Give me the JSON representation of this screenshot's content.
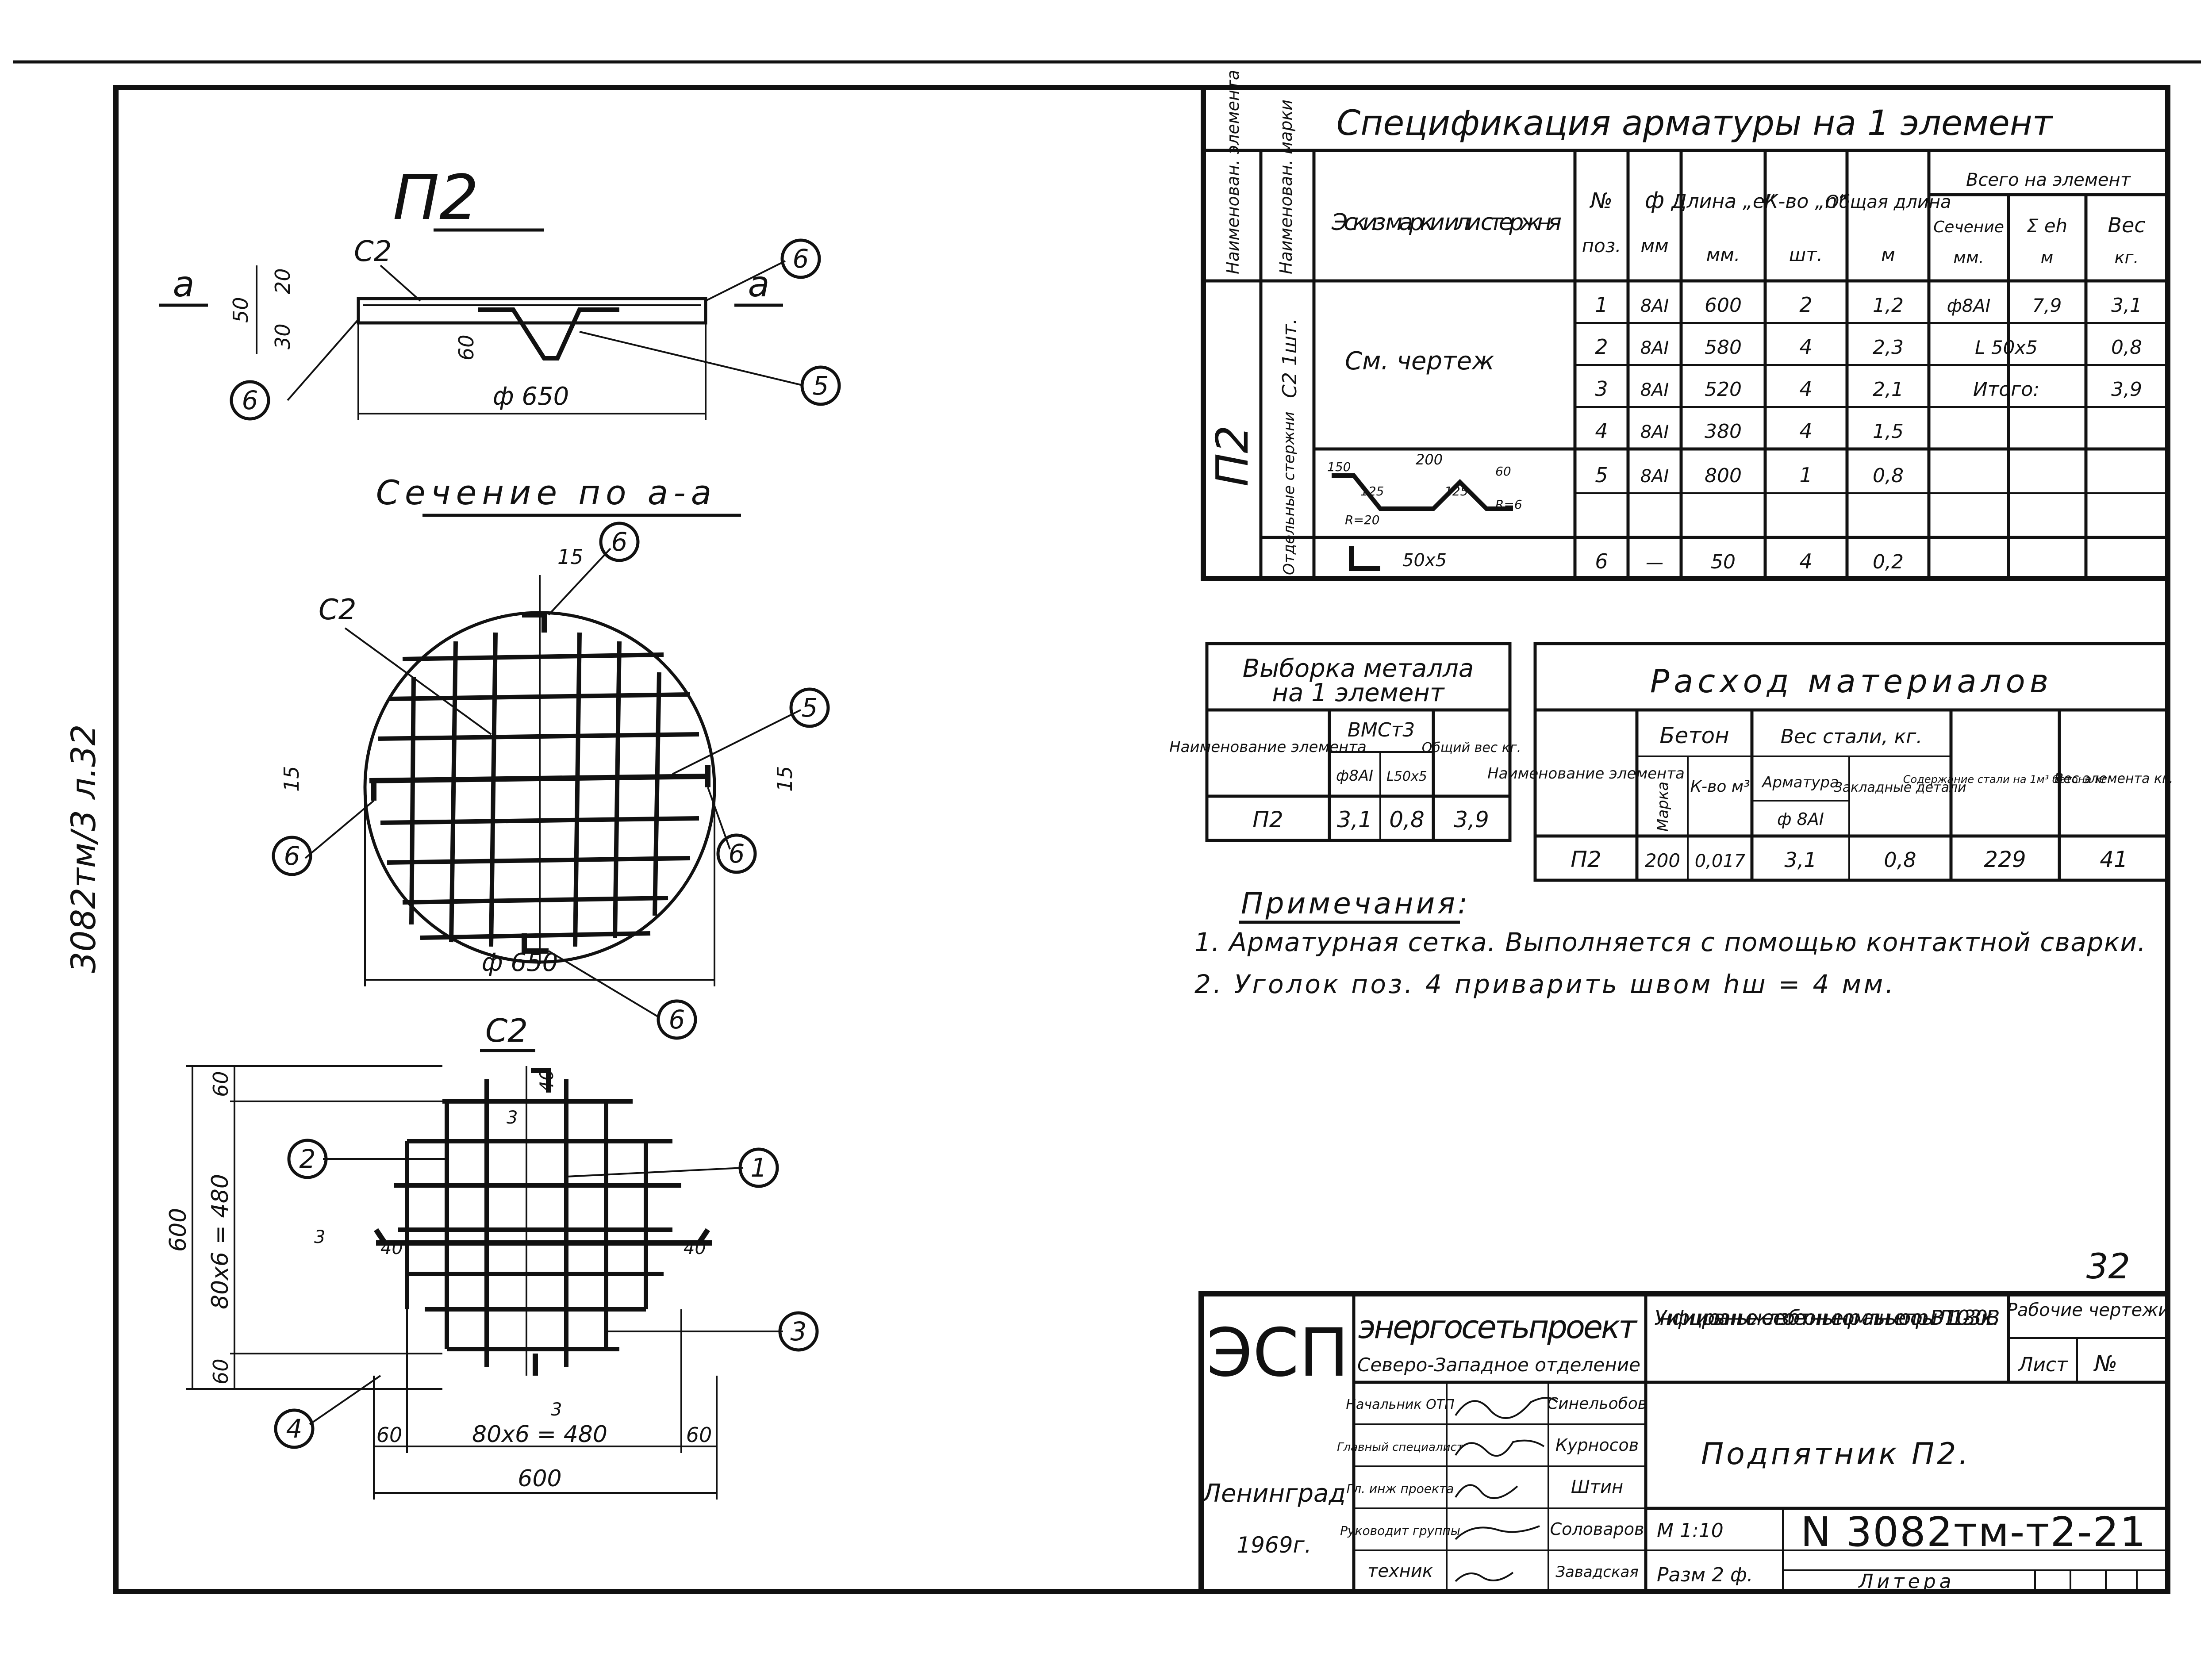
{
  "sheet": {
    "side_code": "3082тм/3 л.32",
    "page_number": "32"
  },
  "drawing": {
    "title": "П2",
    "section_title": "Сечение по а-а",
    "c2_title": "С2",
    "mark_a": "а",
    "callouts": [
      "6",
      "5",
      "6",
      "6",
      "5",
      "6",
      "6",
      "2",
      "1",
      "3",
      "4"
    ],
    "plan": {
      "label_c2": "С2",
      "dim_20": "20",
      "dim_30": "30",
      "dim_50": "50",
      "dim_60": "60",
      "dia": "ф 650"
    },
    "section": {
      "label_c2": "С2",
      "dim_15a": "15",
      "dim_15b": "15",
      "dim_15c": "15",
      "dia": "ф 650"
    },
    "c2": {
      "dim_600_v": "600",
      "dim_480_v": "80х6 = 480",
      "dim_60_top": "60",
      "dim_60_bot": "60",
      "dim_40_top": "40",
      "dim_40_l": "40",
      "dim_40_r": "40",
      "dim_3_a": "3",
      "dim_3_b": "3",
      "dim_3_c": "3",
      "dim_60_l": "60",
      "dim_480_h": "80х6 = 480",
      "dim_60_r": "60",
      "dim_600_h": "600"
    }
  },
  "spec": {
    "title": "Спецификация арматуры на 1 элемент",
    "headers": {
      "element": "Наименован. элемента",
      "mark": "Наименован. марки",
      "sketch": "Эскиз марки или стержня",
      "pos": "№",
      "pos_sub": "поз.",
      "phi": "ф",
      "phi_sub": "мм",
      "length": "Длина „е“",
      "length_sub": "мм.",
      "qty": "К-во „n“",
      "qty_sub": "шт.",
      "total_len": "Общая длина",
      "total_len_sub": "м",
      "total": "Всего на элемент",
      "section": "Сечение",
      "section_sub": "мм.",
      "sum": "Σ еh",
      "sum_sub": "м",
      "weight": "Вес",
      "weight_sub": "кг."
    },
    "element_name": "П2",
    "mark_c2": "С2 1шт.",
    "mark_loose": "Отдельные стержни",
    "sketch_c2": "См. чертеж",
    "sketch_angle": "50х5",
    "bend_labels": [
      "200",
      "150",
      "125",
      "125",
      "60",
      "R=20",
      "R=6"
    ],
    "rows": [
      {
        "pos": "1",
        "phi": "8АI",
        "len": "600",
        "qty": "2",
        "total": "1,2"
      },
      {
        "pos": "2",
        "phi": "8АI",
        "len": "580",
        "qty": "4",
        "total": "2,3"
      },
      {
        "pos": "3",
        "phi": "8АI",
        "len": "520",
        "qty": "4",
        "total": "2,1"
      },
      {
        "pos": "4",
        "phi": "8АI",
        "len": "380",
        "qty": "4",
        "total": "1,5"
      },
      {
        "pos": "5",
        "phi": "8АI",
        "len": "800",
        "qty": "1",
        "total": "0,8"
      },
      {
        "pos": "6",
        "phi": "—",
        "len": "50",
        "qty": "4",
        "total": "0,2"
      }
    ],
    "totals": [
      {
        "section": "ф8АI",
        "sum": "7,9",
        "weight": "3,1"
      },
      {
        "section": "L 50х5",
        "sum": "",
        "weight": "0,8"
      },
      {
        "section": "Итого:",
        "sum": "",
        "weight": "3,9"
      }
    ]
  },
  "metal": {
    "title_1": "Выборка металла",
    "title_2": "на 1 элемент",
    "h_name": "Наименование элемента",
    "h_steel": "ВМСт3",
    "h_total": "Общий вес кг.",
    "h_phi": "ф8АI",
    "h_angle": "L50х5",
    "row": {
      "name": "П2",
      "phi": "3,1",
      "angle": "0,8",
      "total": "3,9"
    }
  },
  "materials": {
    "title": "Расход материалов",
    "h_name": "Наименование элемента",
    "h_concrete": "Бетон",
    "h_mark": "Марка",
    "h_vol": "К-во м³",
    "h_steel": "Вес стали, кг.",
    "h_rebar": "Арматура",
    "h_rebar_sub": "ф 8АI",
    "h_embedded": "Закладные детали",
    "h_content": "Содержание стали на 1м³ бетона кг",
    "h_weight": "Вес элемента кг.",
    "row": {
      "name": "П2",
      "mark": "200",
      "vol": "0,017",
      "rebar": "3,1",
      "embedded": "0,8",
      "content": "229",
      "weight": "41"
    }
  },
  "notes": {
    "title": "Примечания:",
    "items": [
      "1. Арматурная сетка. Выполняется с помощью контактной сварки.",
      "2. Уголок поз. 4 приварить швом hш = 4 мм."
    ]
  },
  "titleblock": {
    "logo": "ЭСП",
    "org": "энергосетьпроект",
    "branch": "Северо-Западное отделение",
    "project": "Унифицированные железобетонные нормальные опоры ВЛ 110-330кВ.",
    "stage": "Рабочие чертежи",
    "sheet_label": "Лист",
    "sheet_value": "№",
    "city": "Ленинград",
    "year": "1969г.",
    "roles": [
      {
        "role": "Начальник ОТП",
        "name": "Синельобов"
      },
      {
        "role": "Главный специалист",
        "name": "Курносов"
      },
      {
        "role": "Гл. инж проекта",
        "name": "Штин"
      },
      {
        "role": "Руководит группы",
        "name": "Соловаров"
      },
      {
        "role": "техник",
        "name": "Завадская"
      }
    ],
    "drawing_name": "Подпятник П2.",
    "scale": "М 1:10",
    "format": "Разм 2 ф.",
    "doc_number": "N 3082тм-т2-21",
    "litera": "Литера"
  }
}
